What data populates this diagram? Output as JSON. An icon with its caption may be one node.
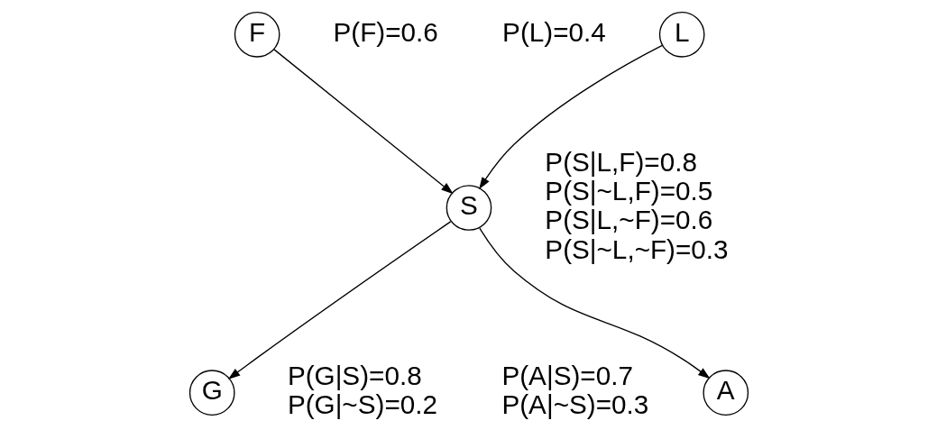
{
  "diagram": {
    "nodes": [
      {
        "text": [
          "L"
        ],
        "beside": [
          "P(L)=0.4"
        ]
      },
      {
        "text": [
          "F"
        ],
        "beside": [
          "P(F)=0.6"
        ]
      },
      {
        "text": [
          "S"
        ],
        "beside": [
          "P(S|L,F)=0.8",
          "P(S|~L,F)=0.5",
          "P(S|L,~F)=0.6",
          "P(S|~L,~F)=0.3"
        ]
      },
      {
        "text": [
          "A"
        ],
        "beside": [
          "P(A|S)=0.7",
          "P(A|~S)=0.3"
        ]
      },
      {
        "text": [
          "G"
        ],
        "beside": [
          "P(G|S)=0.8",
          "P(G|~S)=0.2"
        ]
      }
    ],
    "edges": [
      {
        "from": 0,
        "to": 2,
        "arrow": "to"
      },
      {
        "from": 1,
        "to": 2,
        "arrow": "to"
      },
      {
        "from": 2,
        "to": 3,
        "arrow": "to"
      },
      {
        "from": 2,
        "to": 4,
        "arrow": "to"
      }
    ]
  }
}
